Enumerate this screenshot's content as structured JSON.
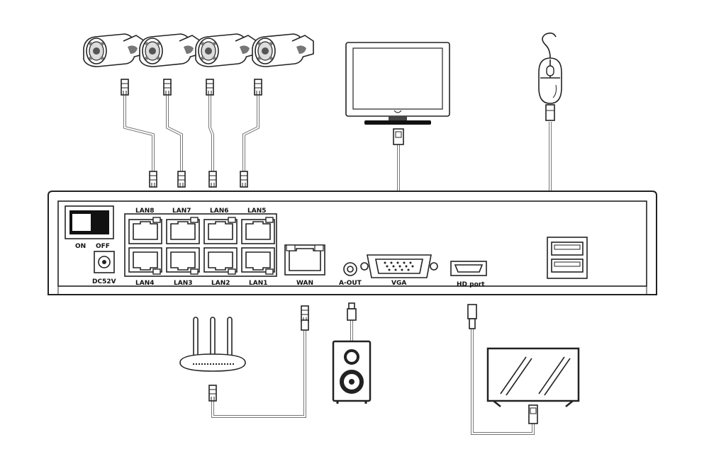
{
  "nvr": {
    "switch_labels": {
      "on": "ON",
      "off": "OFF"
    },
    "power_label": "DC52V",
    "lan_top": [
      "LAN8",
      "LAN7",
      "LAN6",
      "LAN5"
    ],
    "lan_bottom": [
      "LAN4",
      "LAN3",
      "LAN2",
      "LAN1"
    ],
    "wan_label": "WAN",
    "audio_label": "A-OUT",
    "vga_label": "VGA",
    "hdmi_label": "HD port"
  },
  "devices": {
    "cameras": [
      "ip-camera",
      "ip-camera",
      "ip-camera",
      "ip-camera"
    ],
    "monitor": "vga-monitor",
    "mouse": "usb-mouse",
    "router": "wifi-router",
    "speaker": "speaker",
    "tv": "hdmi-tv"
  },
  "colors": {
    "line": "#222222",
    "cable": "#777777",
    "background": "#ffffff"
  }
}
